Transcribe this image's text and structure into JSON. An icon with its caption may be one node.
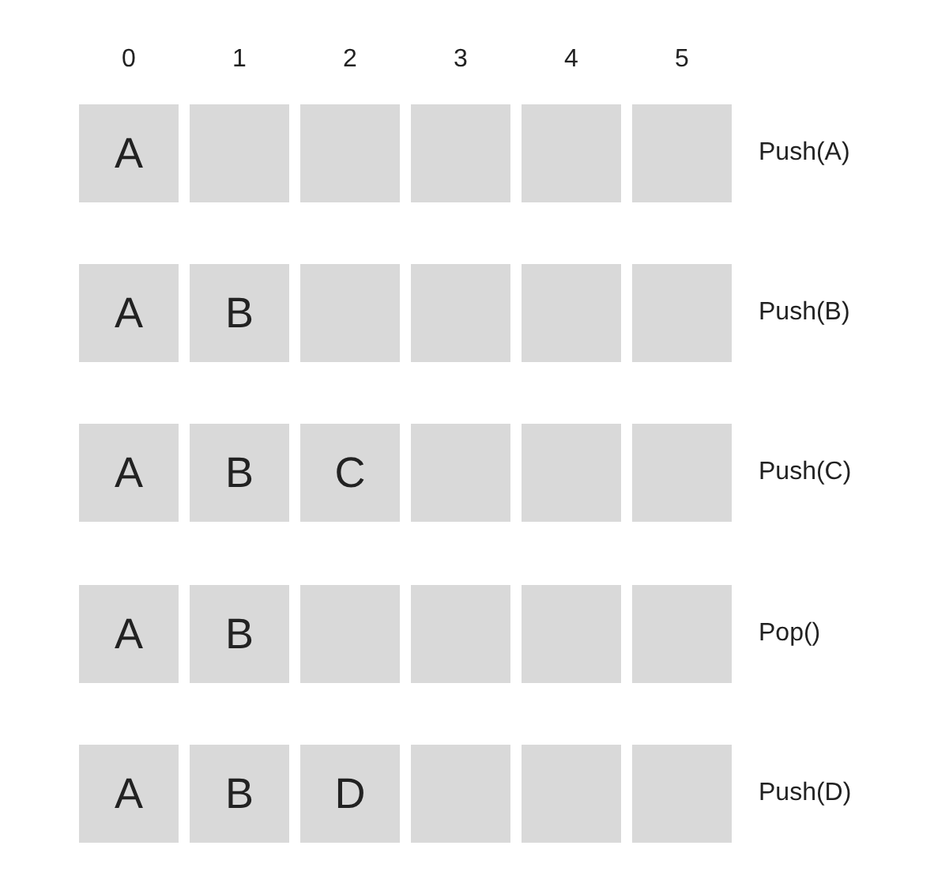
{
  "diagram": {
    "nodes": [
      {
        "text": [
          "A"
        ]
      },
      {
        "text": [],
        "shape": "box"
      },
      {
        "text": [],
        "shape": "box"
      },
      {
        "text": [],
        "shape": "box"
      },
      {
        "text": [],
        "shape": "box"
      },
      {
        "text": [],
        "shape": "box"
      },
      {
        "text": [
          "A"
        ]
      },
      {
        "text": [
          "B"
        ]
      },
      {
        "text": [],
        "shape": "box"
      },
      {
        "text": [],
        "shape": "box"
      },
      {
        "text": [],
        "shape": "box"
      },
      {
        "text": [],
        "shape": "box"
      },
      {
        "text": [
          "A"
        ]
      },
      {
        "text": [
          "B"
        ]
      },
      {
        "text": [
          "C"
        ]
      },
      {
        "text": [],
        "shape": "box"
      },
      {
        "text": [],
        "shape": "box"
      },
      {
        "text": [],
        "shape": "box"
      },
      {
        "text": [
          "A"
        ]
      },
      {
        "text": [
          "B"
        ]
      },
      {
        "text": [],
        "shape": "box"
      },
      {
        "text": [],
        "shape": "box"
      },
      {
        "text": [],
        "shape": "box"
      },
      {
        "text": [],
        "shape": "box"
      },
      {
        "text": [
          "A"
        ]
      },
      {
        "text": [
          "B"
        ]
      },
      {
        "text": [
          "D"
        ]
      },
      {
        "text": [],
        "shape": "box"
      },
      {
        "text": [],
        "shape": "box"
      },
      {
        "text": [],
        "shape": "box"
      }
    ],
    "labels": [
      "0",
      "1",
      "2",
      "3",
      "4",
      "5",
      "Push(A)",
      "Push(B)",
      "Push(C)",
      "Pop()",
      "Push(D)"
    ]
  }
}
